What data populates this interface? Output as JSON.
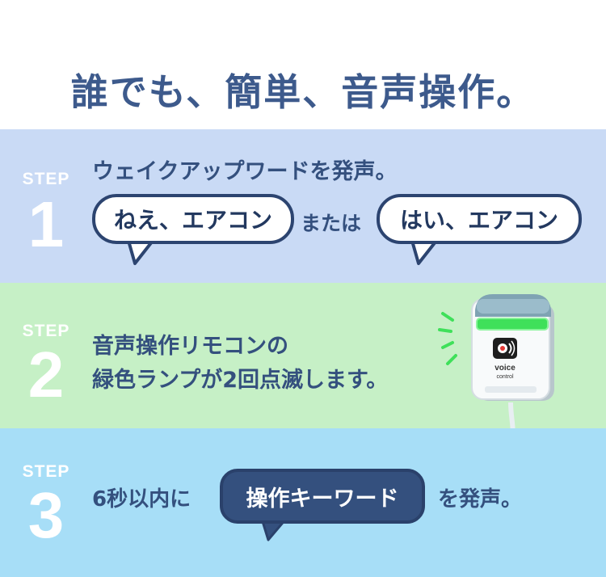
{
  "title": "誰でも、簡単、音声操作。",
  "steps": [
    {
      "label": "STEP",
      "number": "1",
      "heading": "ウェイクアップワードを発声。",
      "bubble_left": "ねえ、エアコン",
      "connector": "または",
      "bubble_right": "はい、エアコン"
    },
    {
      "label": "STEP",
      "number": "2",
      "line1": "音声操作リモコンの",
      "line2": "緑色ランプが2回点滅します。"
    },
    {
      "label": "STEP",
      "number": "3",
      "pre": "6秒以内に",
      "bubble": "操作キーワード",
      "post": "を発声。"
    }
  ],
  "device": {
    "label_line1": "voice",
    "label_line2": "control",
    "icon": "voice-wave-icon",
    "lamp_color": "#3fe05a"
  },
  "colors": {
    "title": "#3d5a8c",
    "band1": "#c9daf5",
    "band2": "#c6f0c6",
    "band3": "#a7def7",
    "bubble_border": "#2c4470",
    "bubble_dark": "#34507e"
  }
}
